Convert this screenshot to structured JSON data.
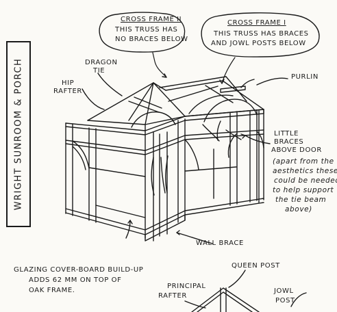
{
  "title": "WRIGHT SUNROOM & PORCH",
  "labels": {
    "cross_frame_2_heading": "CROSS FRAME II",
    "cross_frame_2_line1": "THIS TRUSS HAS",
    "cross_frame_2_line2": "NO BRACES BELOW",
    "cross_frame_1_heading": "CROSS FRAME I",
    "cross_frame_1_line1": "THIS TRUSS HAS BRACES",
    "cross_frame_1_line2": "AND JOWL POSTS BELOW",
    "dragon_tie_1": "DRAGON",
    "dragon_tie_2": "TIE",
    "hip_rafter_1": "HIP",
    "hip_rafter_2": "RAFTER",
    "purlin": "PURLIN",
    "little_braces_1": "LITTLE",
    "little_braces_2": "BRACES",
    "little_braces_3": "ABOVE DOOR",
    "note_1": "(apart from the",
    "note_2": "aesthetics these",
    "note_3": "could be needed",
    "note_4": "to help support",
    "note_5": "the tie beam",
    "note_6": "above)",
    "wall_brace": "WALL BRACE",
    "glazing_1": "GLAZING COVER-BOARD BUILD-UP",
    "glazing_2": "ADDS 62 mm ON TOP OF",
    "glazing_3": "OAK FRAME.",
    "queen_post": "QUEEN POST",
    "principal_rafter_1": "PRINCIPAL",
    "principal_rafter_2": "RAFTER",
    "jowl_post_1": "JOWL",
    "jowl_post_2": "POST"
  }
}
